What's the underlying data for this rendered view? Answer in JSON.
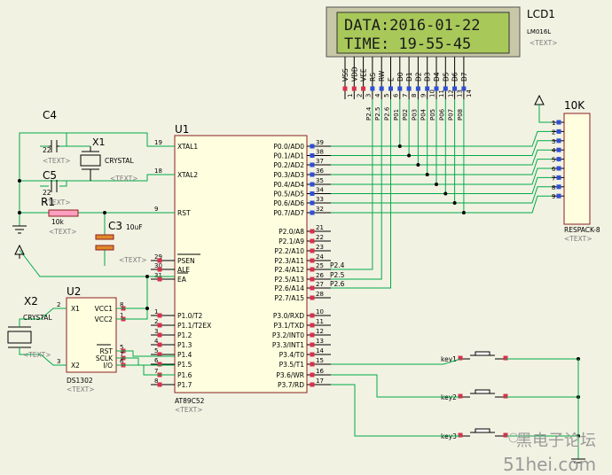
{
  "lcd": {
    "name": "LCD1",
    "model": "LM016L",
    "text_tag": "<TEXT>",
    "line1": "DATA:2016-01-22",
    "line2": "TIME: 19-55-45",
    "pins": [
      "VSS",
      "VDD",
      "VEE",
      "RS",
      "RW",
      "E",
      "D0",
      "D1",
      "D2",
      "D3",
      "D4",
      "D5",
      "D6",
      "D7"
    ],
    "pin_numbers": [
      "1",
      "2",
      "3",
      "4",
      "5",
      "6",
      "7",
      "8",
      "9",
      "10",
      "11",
      "12",
      "13",
      "14"
    ]
  },
  "lcd_nets": [
    "P2.4",
    "P2.5",
    "P2.6",
    "P01",
    "P02",
    "P03",
    "P04",
    "P05",
    "P06",
    "P07",
    "P08"
  ],
  "u1": {
    "name": "U1",
    "part": "AT89C52",
    "text_tag": "<TEXT>",
    "left_pins": [
      {
        "num": "19",
        "label": "XTAL1"
      },
      {
        "num": "18",
        "label": "XTAL2"
      },
      {
        "num": "9",
        "label": "RST"
      },
      {
        "num": "29",
        "label": "PSEN"
      },
      {
        "num": "30",
        "label": "ALE"
      },
      {
        "num": "31",
        "label": "EA"
      },
      {
        "num": "1",
        "label": "P1.0/T2"
      },
      {
        "num": "2",
        "label": "P1.1/T2EX"
      },
      {
        "num": "3",
        "label": "P1.2"
      },
      {
        "num": "4",
        "label": "P1.3"
      },
      {
        "num": "5",
        "label": "P1.4"
      },
      {
        "num": "6",
        "label": "P1.5"
      },
      {
        "num": "7",
        "label": "P1.6"
      },
      {
        "num": "8",
        "label": "P1.7"
      }
    ],
    "right_pins": [
      {
        "num": "39",
        "label": "P0.0/AD0"
      },
      {
        "num": "38",
        "label": "P0.1/AD1"
      },
      {
        "num": "37",
        "label": "P0.2/AD2"
      },
      {
        "num": "36",
        "label": "P0.3/AD3"
      },
      {
        "num": "35",
        "label": "P0.4/AD4"
      },
      {
        "num": "34",
        "label": "P0.5/AD5"
      },
      {
        "num": "33",
        "label": "P0.6/AD6"
      },
      {
        "num": "32",
        "label": "P0.7/AD7"
      },
      {
        "num": "21",
        "label": "P2.0/A8"
      },
      {
        "num": "22",
        "label": "P2.1/A9"
      },
      {
        "num": "23",
        "label": "P2.2/A10"
      },
      {
        "num": "24",
        "label": "P2.3/A11"
      },
      {
        "num": "25",
        "label": "P2.4/A12"
      },
      {
        "num": "26",
        "label": "P2.5/A13"
      },
      {
        "num": "27",
        "label": "P2.6/A14"
      },
      {
        "num": "28",
        "label": "P2.7/A15"
      },
      {
        "num": "10",
        "label": "P3.0/RXD"
      },
      {
        "num": "11",
        "label": "P3.1/TXD"
      },
      {
        "num": "12",
        "label": "P3.2/INT0"
      },
      {
        "num": "13",
        "label": "P3.3/INT1"
      },
      {
        "num": "14",
        "label": "P3.4/T0"
      },
      {
        "num": "15",
        "label": "P3.5/T1"
      },
      {
        "num": "16",
        "label": "P3.6/WR"
      },
      {
        "num": "17",
        "label": "P3.7/RD"
      }
    ],
    "p2_nets": [
      "P2.4",
      "P2.5",
      "P2.6"
    ]
  },
  "u2": {
    "name": "U2",
    "part": "DS1302",
    "text_tag": "<TEXT>",
    "left_pins": [
      {
        "num": "2",
        "label": "X1"
      },
      {
        "num": "3",
        "label": "X2"
      }
    ],
    "right_pins": [
      {
        "num": "8",
        "label": "VCC1"
      },
      {
        "num": "1",
        "label": "VCC2"
      },
      {
        "num": "5",
        "label": "RST"
      },
      {
        "num": "7",
        "label": "SCLK"
      },
      {
        "num": "6",
        "label": "I/O"
      }
    ]
  },
  "caps": {
    "c4": {
      "name": "C4",
      "value": "22",
      "text_tag": "<TEXT>"
    },
    "c5": {
      "name": "C5",
      "value": "22",
      "text_tag": "<TEXT>"
    },
    "c3": {
      "name": "C3",
      "value": "10uF",
      "text_tag": "<TEXT>"
    }
  },
  "x1": {
    "name": "X1",
    "label": "CRYSTAL",
    "text_tag": "<TEXT>"
  },
  "x2": {
    "name": "X2",
    "label": "CRYSTAL",
    "text_tag": "<TEXT>"
  },
  "r1": {
    "name": "R1",
    "value": "10k",
    "text_tag": "<TEXT>"
  },
  "respack": {
    "name": "10K",
    "part": "RESPACK-8",
    "text_tag": "<TEXT>",
    "pins": [
      "1",
      "2",
      "3",
      "4",
      "5",
      "6",
      "7",
      "8",
      "9"
    ]
  },
  "keys": [
    {
      "label": "key1"
    },
    {
      "label": "key2"
    },
    {
      "label": "key3"
    }
  ],
  "watermark": {
    "cn": "黑电子论坛",
    "url": "51hei.com"
  }
}
